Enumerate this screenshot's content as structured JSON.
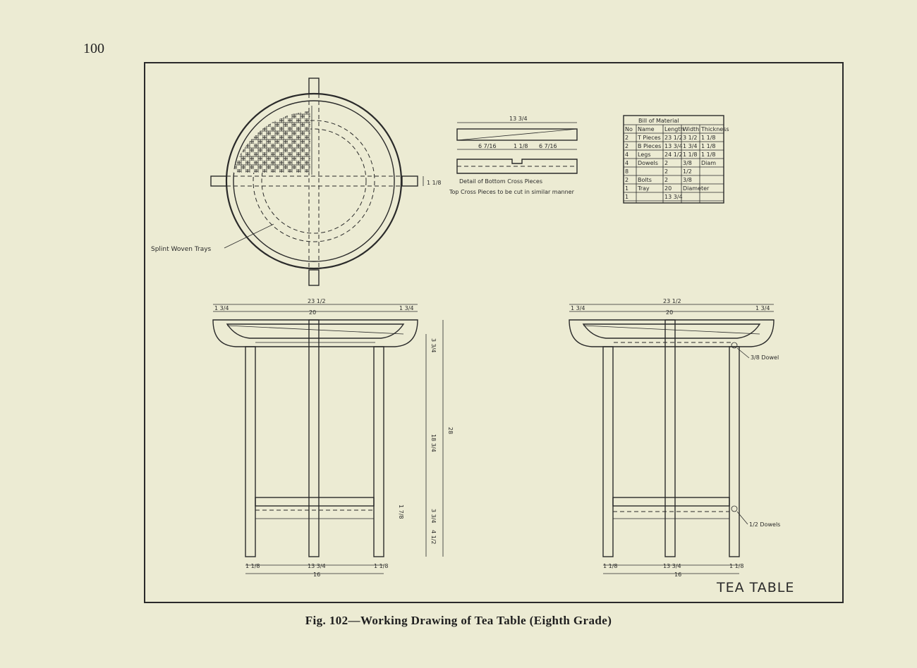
{
  "page": {
    "number": "100",
    "caption": "Fig. 102—Working Drawing of Tea Table (Eighth Grade)"
  },
  "drawing": {
    "title": "TEA TABLE",
    "top_view_label": "Splint Woven Trays",
    "detail_caption_1": "Detail of Bottom Cross Pieces",
    "detail_caption_2": "Top Cross Pieces to be cut in similar manner",
    "dowel_label_1": "3/8 Dowel",
    "dowel_label_2": "1/2 Dowels"
  },
  "dimensions": {
    "detail_length": "13 3/4",
    "detail_half_left": "6 7/16",
    "detail_half_right": "6 7/16",
    "detail_notch": "1 1/8",
    "front_overall": "23 1/2",
    "front_tray": "20",
    "front_side_left": "1 3/4",
    "front_side_right": "1 3/4",
    "front_leg_height": "18 3/4",
    "front_total_height": "28",
    "front_top_gap": "3 3/4",
    "front_lower_gap": "3 3/4",
    "front_stretcher": "1 7/8",
    "front_foot": "4 1/2",
    "front_base_inner": "13 3/4",
    "front_base_total": "16",
    "front_leg_left": "1 1/8",
    "front_leg_right": "1 1/8",
    "side_overall": "23 1/2",
    "side_tray": "20",
    "side_side_left": "1 3/4",
    "side_side_right": "1 3/4",
    "side_base_inner": "13 3/4",
    "side_base_total": "16",
    "side_leg_left": "1 1/8",
    "side_leg_right": "1 1/8"
  },
  "bill_of_material": {
    "title": "Bill of Material",
    "headers": [
      "No",
      "Name",
      "Length",
      "Width",
      "Thickness"
    ],
    "rows": [
      [
        "2",
        "T Pieces",
        "23 1/2",
        "3 1/2",
        "1 1/8"
      ],
      [
        "2",
        "B Pieces",
        "13 3/4",
        "1 3/4",
        "1 1/8"
      ],
      [
        "4",
        "Legs",
        "24 1/2",
        "1 1/8",
        "1 1/8"
      ],
      [
        "4",
        "Dowels",
        "2",
        "3/8",
        "Diam"
      ],
      [
        "8",
        "",
        "2",
        "1/2",
        ""
      ],
      [
        "2",
        "Bolts",
        "2",
        "3/8",
        ""
      ],
      [
        "1",
        "Tray",
        "20",
        "Diameter",
        ""
      ],
      [
        "1",
        "",
        "13 3/4",
        "",
        ""
      ]
    ]
  }
}
